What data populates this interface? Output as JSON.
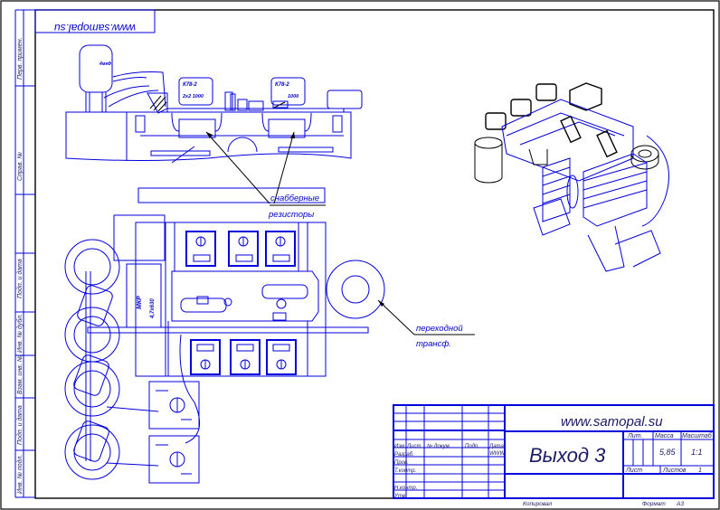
{
  "sheet": {
    "website_mirrored": "www.samopal.su",
    "side_stamp": [
      "Перв. примен.",
      "Справ. №",
      "Подп. и дата",
      "Инв. № дубл.",
      "Взам. инв. №",
      "Подп. и дата",
      "Инв. № подл."
    ]
  },
  "callouts": {
    "snubber_line1": "снабберные",
    "snubber_line2": "резисторы",
    "transformer_line1": "переходной",
    "transformer_line2": "трансф."
  },
  "component_marks": {
    "relay1_top": "К78-2",
    "relay1_bottom": "2х2 1000",
    "relay2_top": "К78-2",
    "relay2_bottom": "1000",
    "capacitor_line1": "МКР",
    "capacitor_line2": "4,7х630",
    "capacitor_top": "4мкФ"
  },
  "title_block": {
    "website": "www.samopal.su",
    "title": "Выход 3",
    "columns": [
      "Изм.",
      "Лист",
      "№ докум.",
      "Подп.",
      "Дата"
    ],
    "rows": [
      "Разраб.",
      "Пров.",
      "Т.контр.",
      "",
      "Н.контр.",
      "Утв."
    ],
    "date_value": "WWW",
    "lit_label": "Лит.",
    "mass_label": "Масса",
    "scale_label": "Масштаб",
    "mass_value": "5,85",
    "scale_value": "1:1",
    "sheet_label": "Лист",
    "sheets_label": "Листов",
    "sheets_value": "1",
    "copied_label": "Копировал",
    "format_label": "Формат",
    "format_value": "А3"
  }
}
